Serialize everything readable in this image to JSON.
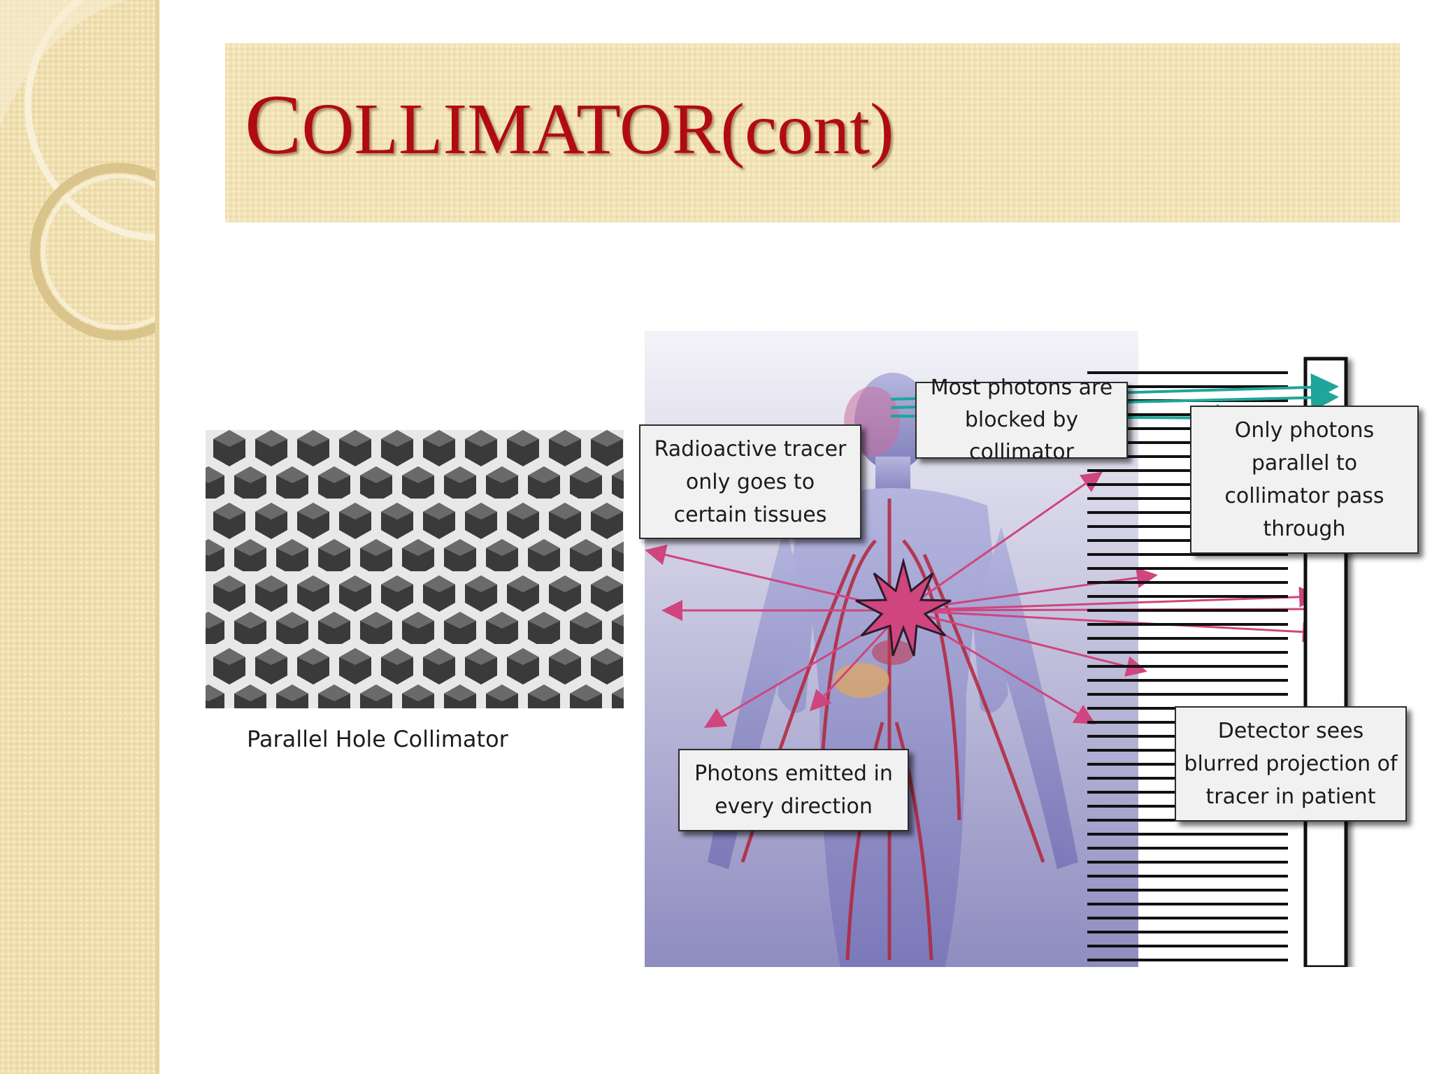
{
  "title": {
    "initial": "C",
    "rest": "OLLIMATOR",
    "suffix": "(cont)"
  },
  "left_figure": {
    "caption": "Parallel Hole Collimator"
  },
  "diagram": {
    "callouts": {
      "tracer": "Radioactive tracer only goes to certain tissues",
      "blocked": "Most photons are blocked by collimator",
      "parallel": "Only photons parallel to collimator pass through",
      "emitted": "Photons emitted in every direction",
      "detector": "Detector sees blurred projection of tracer in patient"
    }
  },
  "colors": {
    "title_red": "#b00c10",
    "band_cream": "#f0dfae",
    "ray_pink": "#d0457e",
    "ray_teal": "#1fa59a"
  }
}
